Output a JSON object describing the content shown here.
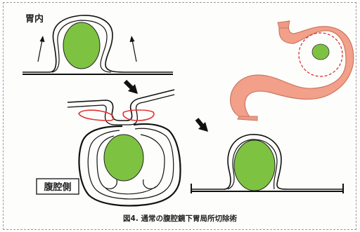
{
  "labels": {
    "stomach_inside": "胃内",
    "abdominal_side": "腹腔側"
  },
  "caption": "図4. 通常の腹腔鏡下胃局所切除術",
  "colors": {
    "tumor": "#7ec242",
    "stomach": "#f2a08a",
    "cut_line": "#e03030",
    "outline": "#111111"
  }
}
